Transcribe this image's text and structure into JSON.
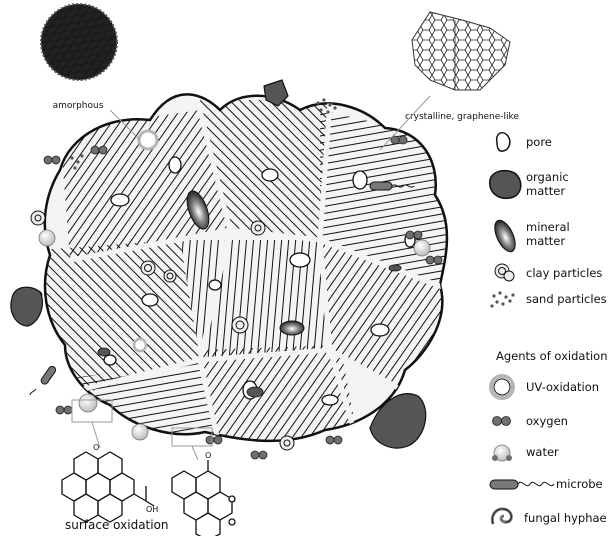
{
  "captions": {
    "amorphous": "amorphous",
    "crystalline": "crystalline, graphene-like",
    "surface_oxidation": "surface oxidation"
  },
  "legend": {
    "pore": "pore",
    "organic_1": "organic",
    "organic_2": "matter",
    "mineral_1": "mineral",
    "mineral_2": "matter",
    "clay": "clay particles",
    "sand": "sand particles"
  },
  "agents": {
    "heading": "Agents of oxidation:",
    "uv": "UV-oxidation",
    "oxygen": "oxygen",
    "water": "water",
    "microbe": "microbe",
    "fungal": "fungal hyphae"
  },
  "chem": {
    "oh": "OH",
    "o_keto": "O",
    "o_ring": "O"
  },
  "colors": {
    "ink": "#111111",
    "organic": "#555555",
    "mineral": "#2a2a2a",
    "oxygen": "#6f6f6f",
    "water_drop": "#cfcfcf",
    "uv_halo": "#b5b5b5"
  }
}
